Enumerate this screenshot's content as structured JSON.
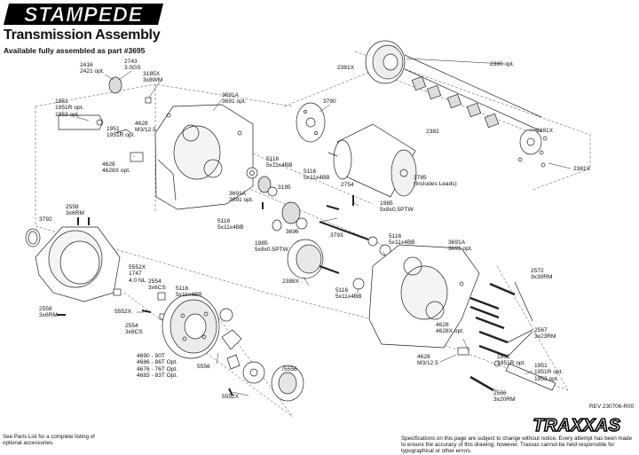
{
  "header": {
    "logo_text": "STAMPEDE",
    "title": "Transmission Assembly",
    "subtitle": "Available fully assembled as part #3695"
  },
  "parts": [
    {
      "id": "p2416",
      "text": "2416\n2421 opt."
    },
    {
      "id": "p2743",
      "text": "2743\n3.0GS"
    },
    {
      "id": "p3185x",
      "text": "3185X\n3x8WM"
    },
    {
      "id": "p1951a",
      "text": "1951\n1951R opt.\n1953 opt."
    },
    {
      "id": "p3691a1",
      "text": "3691A\n3691 opt."
    },
    {
      "id": "p4628a",
      "text": "4628\nM3/12.5"
    },
    {
      "id": "p1951b",
      "text": "1951\n1951R opt."
    },
    {
      "id": "p4628x",
      "text": "4628\n4628X opt."
    },
    {
      "id": "p3790",
      "text": "3790"
    },
    {
      "id": "p2381x1",
      "text": "2381X"
    },
    {
      "id": "p2380",
      "text": "2380 opt."
    },
    {
      "id": "p2382",
      "text": "2382"
    },
    {
      "id": "p2381x2",
      "text": "2381X"
    },
    {
      "id": "p2381x3",
      "text": "2381X"
    },
    {
      "id": "p5116a",
      "text": "5116\n5x11x4BB"
    },
    {
      "id": "p5116b",
      "text": "5116\n5x11x4BB"
    },
    {
      "id": "p2754",
      "text": "2754"
    },
    {
      "id": "p3785",
      "text": "3785\n(Includes Leads)"
    },
    {
      "id": "p3691a2",
      "text": "3691A\n3691 opt."
    },
    {
      "id": "p3195",
      "text": "3195"
    },
    {
      "id": "p1985a",
      "text": "1985\n5x8x0.5PTW"
    },
    {
      "id": "p2558a",
      "text": "2558\n3x6RM"
    },
    {
      "id": "p3792",
      "text": "3792"
    },
    {
      "id": "p5116c",
      "text": "5116\n5x11x4BB"
    },
    {
      "id": "p3696",
      "text": "3696"
    },
    {
      "id": "p3793",
      "text": "3793"
    },
    {
      "id": "p5116d",
      "text": "5116\n5x11x4BB"
    },
    {
      "id": "p1985b",
      "text": "1985\n5x8x0.5PTW"
    },
    {
      "id": "p3691a3",
      "text": "3691A\n3691 opt."
    },
    {
      "id": "p5552x1",
      "text": "5552X\n1747\n4.0 NL"
    },
    {
      "id": "p2554a",
      "text": "2554\n3x6CS"
    },
    {
      "id": "p5116e",
      "text": "5116\n5x11x4BB"
    },
    {
      "id": "p2388x",
      "text": "2388X"
    },
    {
      "id": "p5116f",
      "text": "5116\n5x11x4BB"
    },
    {
      "id": "p2572",
      "text": "2572\n3x30RM"
    },
    {
      "id": "p2558b",
      "text": "2558\n3x6RM"
    },
    {
      "id": "p5552x2",
      "text": "5552X"
    },
    {
      "id": "p2554b",
      "text": "2554\n3x6CS"
    },
    {
      "id": "p2567",
      "text": "2567\n3x23RM"
    },
    {
      "id": "p4628b",
      "text": "4628\n4628X opt."
    },
    {
      "id": "p4690",
      "text": "4690 - 90T\n4686 - 86T Opt.\n4676 - 76T Opt.\n4683 - 83T Opt."
    },
    {
      "id": "p5556a",
      "text": "5556"
    },
    {
      "id": "p5556b",
      "text": "5556"
    },
    {
      "id": "p4628c",
      "text": "4628\nM3/12.5"
    },
    {
      "id": "p1951c",
      "text": "1951\n1951R opt."
    },
    {
      "id": "p1951d",
      "text": "1951\n1951R opt.\n1953 opt."
    },
    {
      "id": "p5552x3",
      "text": "5552X"
    },
    {
      "id": "p2566",
      "text": "2566\n3x20RM"
    }
  ],
  "footer": {
    "parts_note": "See Parts List for a complete listing of optional accessories.",
    "disclaimer": "Specifications on this page are subject to change without notice. Every attempt has been made to ensure the accuracy of this drawing; however, Traxxas cannot be held responsible for typographical or other errors.",
    "revision": "REV 230706-R00",
    "brand": "TRAXXAS"
  }
}
